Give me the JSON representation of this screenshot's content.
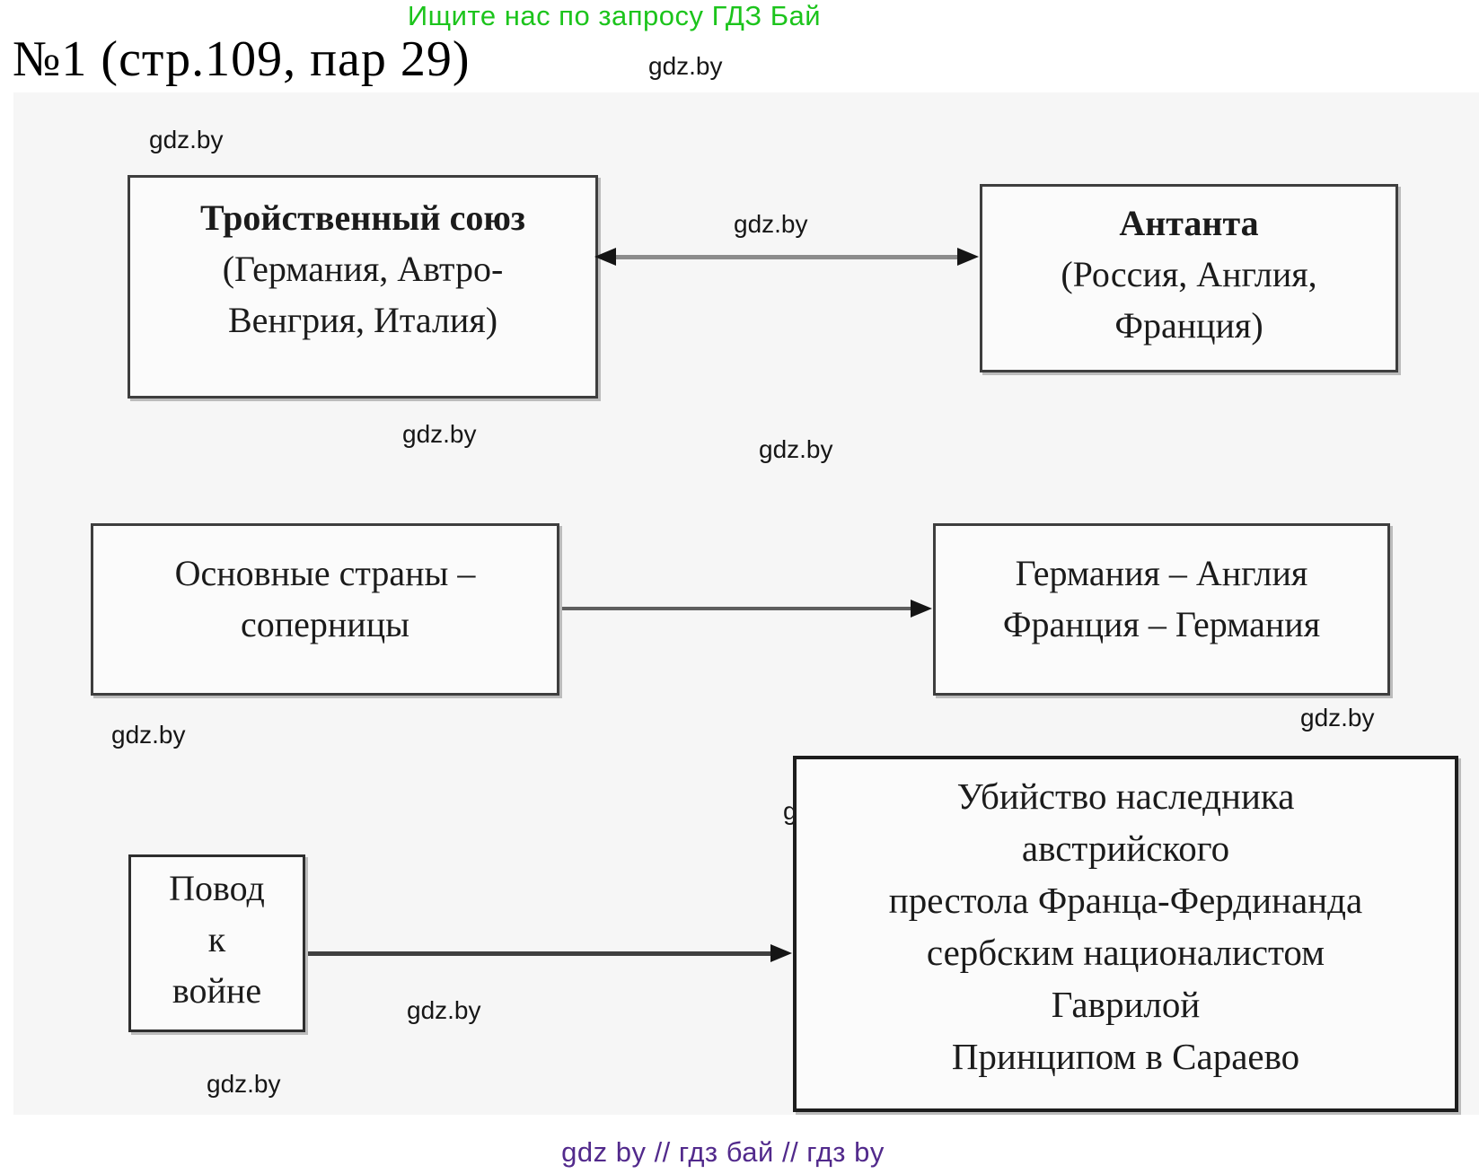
{
  "promo": "Ищите нас по запросу ГДЗ Бай",
  "title": "№1 (стр.109, пар 29)",
  "watermark": "gdz.by",
  "footer": "gdz by  //  гдз бай  //  гдз by",
  "colors": {
    "promo_green": "#1cc41c",
    "footer_purple": "#522a8c"
  },
  "boxes": {
    "triple_alliance": {
      "line1": "Тройственный союз",
      "line2": "(Германия, Автро-",
      "line3": "Венгрия, Италия)"
    },
    "entente": {
      "line1": "Антанта",
      "line2": "(Россия, Англия,",
      "line3": "Франция)"
    },
    "rivals": {
      "line1": "Основные страны –",
      "line2": "соперницы"
    },
    "rival_pairs": {
      "line1": "Германия – Англия",
      "line2": "Франция – Германия"
    },
    "cause": {
      "line1": "Повод",
      "line2": "к",
      "line3": "войне"
    },
    "assassination": {
      "line1": "Убийство наследника",
      "line2": "австрийского",
      "line3": "престола Франца-Фердинанда",
      "line4": "сербским националистом",
      "line5": "Гаврилой",
      "line6": "Принципом в Сараево"
    }
  }
}
